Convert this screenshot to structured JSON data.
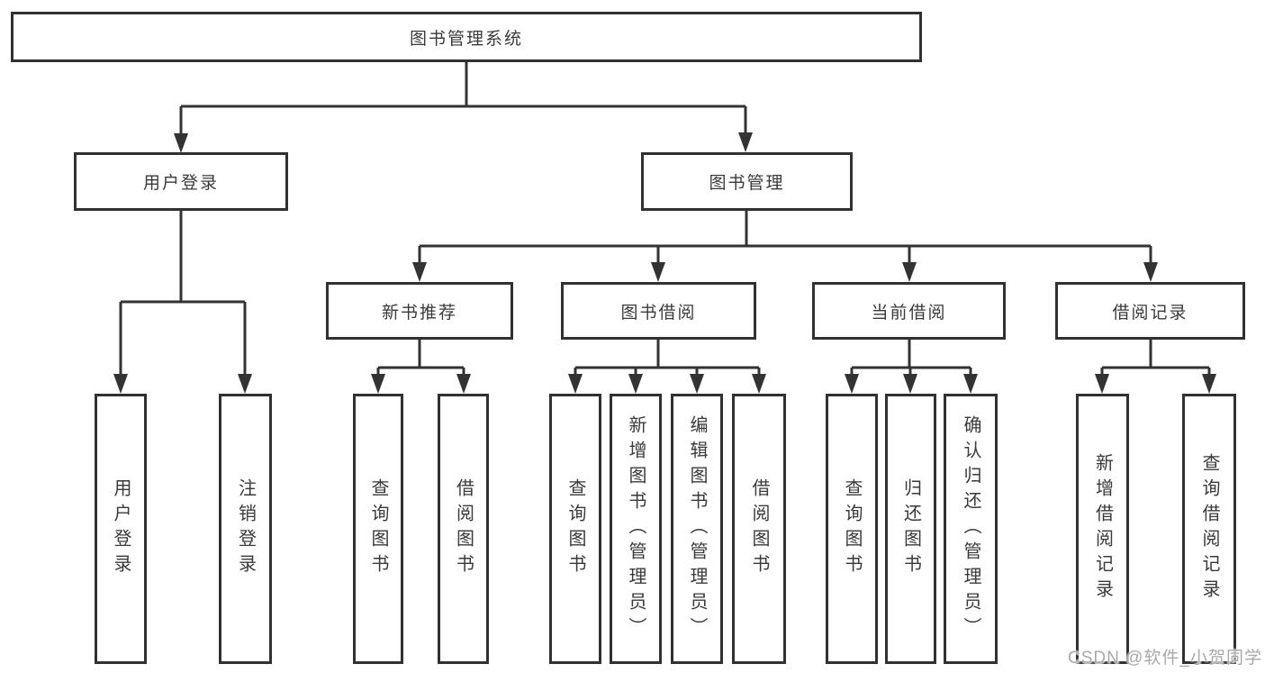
{
  "root": {
    "id": "library-system",
    "label": "图书管理系统"
  },
  "level2": [
    {
      "id": "user-login",
      "label": "用户登录",
      "parent": "library-system"
    },
    {
      "id": "book-management",
      "label": "图书管理",
      "parent": "library-system"
    }
  ],
  "level3": [
    {
      "id": "new-book-recommend",
      "label": "新书推荐",
      "parent": "book-management"
    },
    {
      "id": "book-borrow",
      "label": "图书借阅",
      "parent": "book-management"
    },
    {
      "id": "current-borrow",
      "label": "当前借阅",
      "parent": "book-management"
    },
    {
      "id": "borrow-record",
      "label": "借阅记录",
      "parent": "book-management"
    }
  ],
  "leaves": [
    {
      "id": "user-login-action",
      "label": "用户登录",
      "parent": "user-login"
    },
    {
      "id": "logout",
      "label": "注销登录",
      "parent": "user-login"
    },
    {
      "id": "query-books-1",
      "label": "查询图书",
      "parent": "new-book-recommend"
    },
    {
      "id": "borrow-books-1",
      "label": "借阅图书",
      "parent": "new-book-recommend"
    },
    {
      "id": "query-books-2",
      "label": "查询图书",
      "parent": "book-borrow"
    },
    {
      "id": "add-book-admin",
      "label": "新增图书（管理员）",
      "parent": "book-borrow"
    },
    {
      "id": "edit-book-admin",
      "label": "编辑图书（管理员）",
      "parent": "book-borrow"
    },
    {
      "id": "borrow-books-2",
      "label": "借阅图书",
      "parent": "book-borrow"
    },
    {
      "id": "query-books-3",
      "label": "查询图书",
      "parent": "current-borrow"
    },
    {
      "id": "return-books",
      "label": "归还图书",
      "parent": "current-borrow"
    },
    {
      "id": "confirm-return-admin",
      "label": "确认归还（管理员）",
      "parent": "current-borrow"
    },
    {
      "id": "add-borrow-record",
      "label": "新增借阅记录",
      "parent": "borrow-record"
    },
    {
      "id": "query-borrow-record",
      "label": "查询借阅记录",
      "parent": "borrow-record"
    }
  ],
  "watermark": "CSDN @软件_小贺同学",
  "colors": {
    "line": "#333333",
    "box_border": "#313131",
    "text": "#3a3a3a",
    "box_bg": "#ffffff",
    "watermark": "#a9a9a9"
  }
}
